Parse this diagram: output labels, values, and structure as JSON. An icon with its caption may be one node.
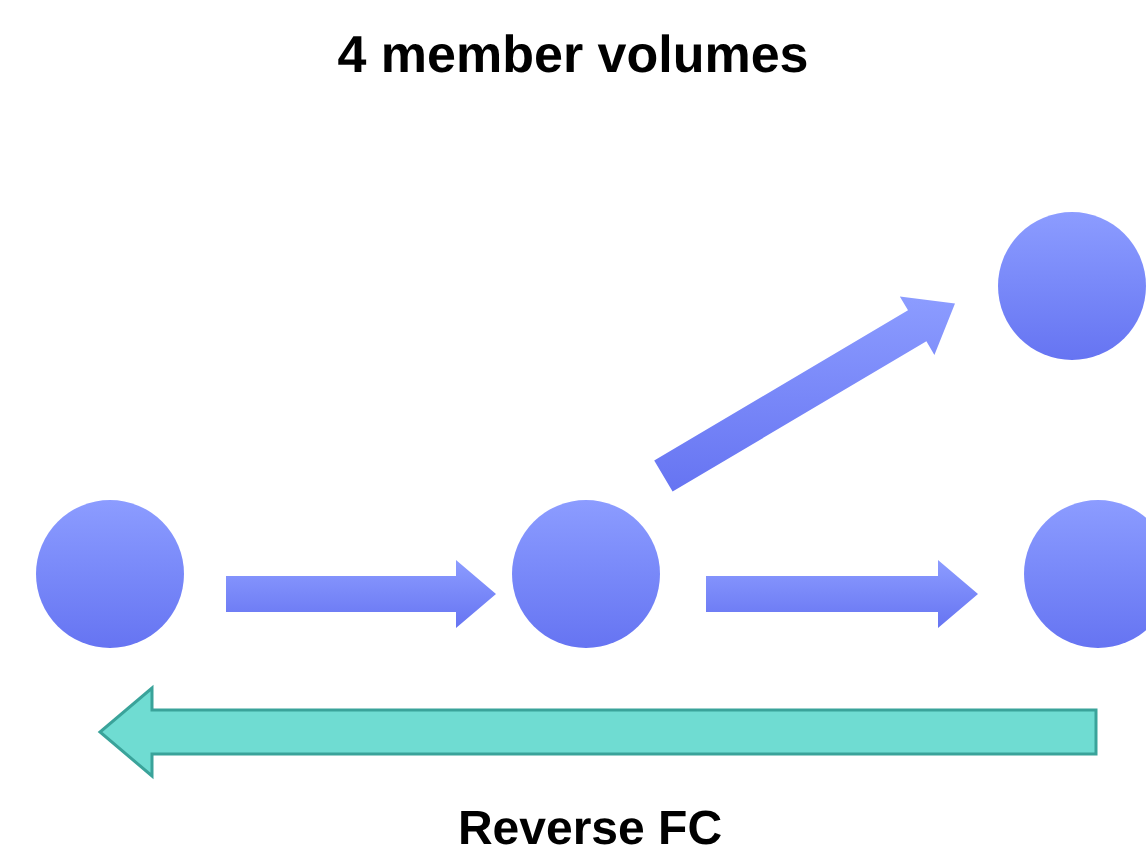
{
  "diagram": {
    "title": "4 member volumes",
    "nodes": [
      {
        "text": [],
        "shape": "circle"
      },
      {
        "text": [],
        "shape": "circle"
      },
      {
        "text": [],
        "shape": "circle"
      },
      {
        "text": [],
        "shape": "circle"
      }
    ],
    "edges": [
      {
        "from": 0,
        "to": 1,
        "arrow": "to",
        "style": "thick"
      },
      {
        "from": 1,
        "to": 3,
        "arrow": "to",
        "style": "thick"
      },
      {
        "from": 1,
        "to": 2,
        "arrow": "to",
        "style": "thick"
      },
      {
        "from": 3,
        "to": 0,
        "arrow": "to",
        "style": "thick",
        "color": "#6fdcd2",
        "label": "Reverse FC"
      }
    ]
  }
}
